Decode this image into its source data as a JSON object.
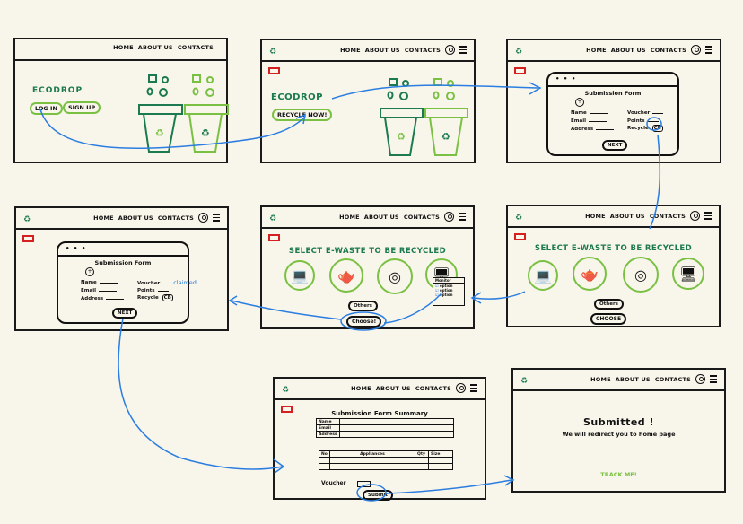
{
  "nav": {
    "home": "HOME",
    "about": "ABOUT US",
    "contacts": "CONTACTS"
  },
  "brand": {
    "name": "ECODROP",
    "logo_text": "♻",
    "primary_color": "#1b7a4f",
    "accent_color": "#7ac143",
    "alert_color": "#d42020",
    "flow_color": "#2a7de1"
  },
  "screens": [
    {
      "id": "landing",
      "buttons": {
        "login": "LOG IN",
        "signup": "SIGN UP"
      }
    },
    {
      "id": "home-logged-in",
      "buttons": {
        "recycle": "RECYCLE NOW!"
      }
    },
    {
      "id": "submission-form",
      "modal": {
        "dots": "• • •",
        "title": "Submission Form",
        "fields_left": [
          "Name",
          "Email",
          "Address"
        ],
        "fields_right": [
          "Voucher",
          "Points",
          "Recycle"
        ],
        "recycle_value": "CB",
        "next": "NEXT"
      }
    },
    {
      "id": "select-ewaste",
      "title": "SELECT E-WASTE TO BE RECYCLED",
      "items": [
        "laptop",
        "kettle",
        "washing-machine",
        "monitor"
      ],
      "others": "Others",
      "choose": "CHOOSE"
    },
    {
      "id": "select-ewaste-dropdown",
      "title": "SELECT E-WASTE TO BE RECYCLED",
      "dropdown": {
        "header": "Monitor",
        "options": [
          "option",
          "option",
          "option"
        ]
      },
      "others": "Others",
      "choose": "Choose!"
    },
    {
      "id": "submission-form-claimed",
      "modal": {
        "dots": "• • •",
        "title": "Submission Form",
        "fields_left": [
          "Name",
          "Email",
          "Address"
        ],
        "fields_right": [
          "Voucher",
          "Points",
          "Recycle"
        ],
        "voucher_note": "claimed",
        "recycle_value": "CB",
        "next": "NEXT"
      }
    },
    {
      "id": "summary",
      "title": "Submission Form Summary",
      "info_rows": [
        "Name",
        "Email",
        "Address"
      ],
      "table_headers": [
        "No",
        "Appliances",
        "Qty",
        "Size"
      ],
      "voucher_label": "Voucher",
      "submit": "Submit"
    },
    {
      "id": "submitted",
      "headline": "Submitted !",
      "message": "We will redirect you to home page",
      "track": "TRACK ME!"
    }
  ]
}
